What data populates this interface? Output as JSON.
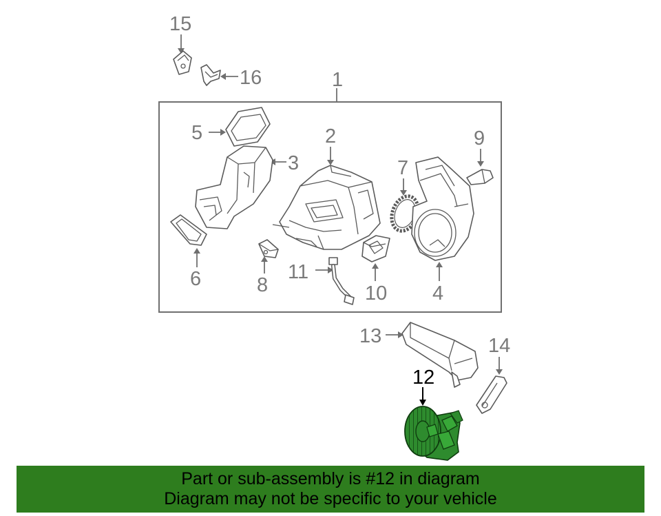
{
  "diagram": {
    "callouts": {
      "c1": "1",
      "c2": "2",
      "c3": "3",
      "c4": "4",
      "c5": "5",
      "c6": "6",
      "c7": "7",
      "c8": "8",
      "c9": "9",
      "c10": "10",
      "c11": "11",
      "c12": "12",
      "c13": "13",
      "c14": "14",
      "c15": "15",
      "c16": "16"
    },
    "highlighted_part": "12",
    "colors": {
      "highlight_part": "#2e8b2e",
      "callout_text": "#7a7a7a",
      "outline": "#5a5a5a",
      "banner_background": "#2e7d1e"
    }
  },
  "banner": {
    "line1": "Part or sub-assembly is #12 in diagram",
    "line2": "Diagram may not be specific to your vehicle"
  }
}
